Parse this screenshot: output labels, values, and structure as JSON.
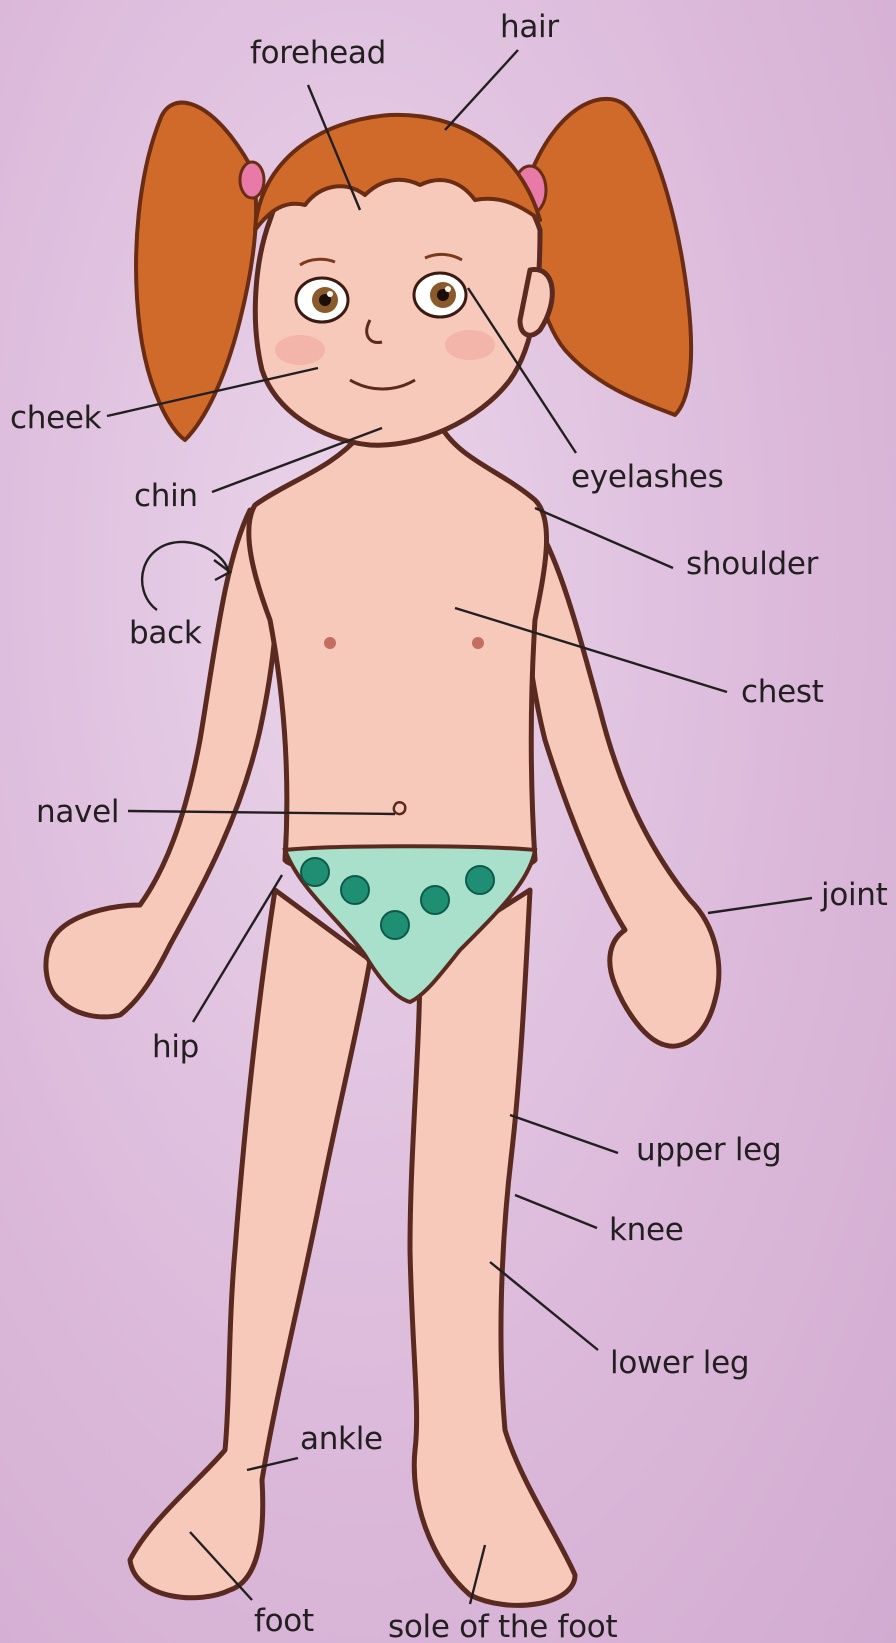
{
  "labels": {
    "hair": "hair",
    "forehead": "forehead",
    "cheek": "cheek",
    "eyelashes": "eyelashes",
    "chin": "chin",
    "shoulder": "shoulder",
    "back": "back",
    "chest": "chest",
    "navel": "navel",
    "joint": "joint",
    "hip": "hip",
    "upper_leg": "upper leg",
    "knee": "knee",
    "lower_leg": "lower leg",
    "ankle": "ankle",
    "foot": "foot",
    "sole": "sole of the foot"
  },
  "colors": {
    "background": "#dcbadb",
    "skin": "#f7c9bb",
    "outline": "#5a2a20",
    "hair": "#d06a2a",
    "underwear": "#a8e0cc",
    "underwear_pattern": "#1f8f73",
    "hair_tie": "#e87aa8"
  }
}
